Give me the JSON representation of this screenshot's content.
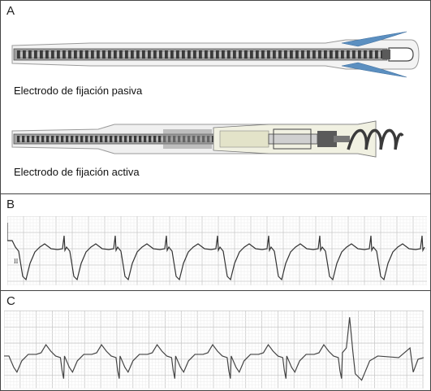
{
  "panels": {
    "a": {
      "letter": "A",
      "passive_caption": "Electrodo de fijación pasiva",
      "active_caption": "Electrodo de fijación activa"
    },
    "b": {
      "letter": "B",
      "lead_mark": "II"
    },
    "c": {
      "letter": "C"
    }
  },
  "colors": {
    "outline": "#444444",
    "coil_dark": "#3a3a3a",
    "coil_light": "#bdbdbd",
    "tine_blue": "#5b8fc0",
    "housing_cream": "#f1f1e2",
    "ecg_grid_major": "#c8c8c8",
    "ecg_grid_minor": "#e6e6e6",
    "ecg_trace": "#333333"
  },
  "icons": [
    "passive-lead-illustration",
    "active-lead-illustration",
    "helix-screw-icon",
    "tines-icon"
  ]
}
